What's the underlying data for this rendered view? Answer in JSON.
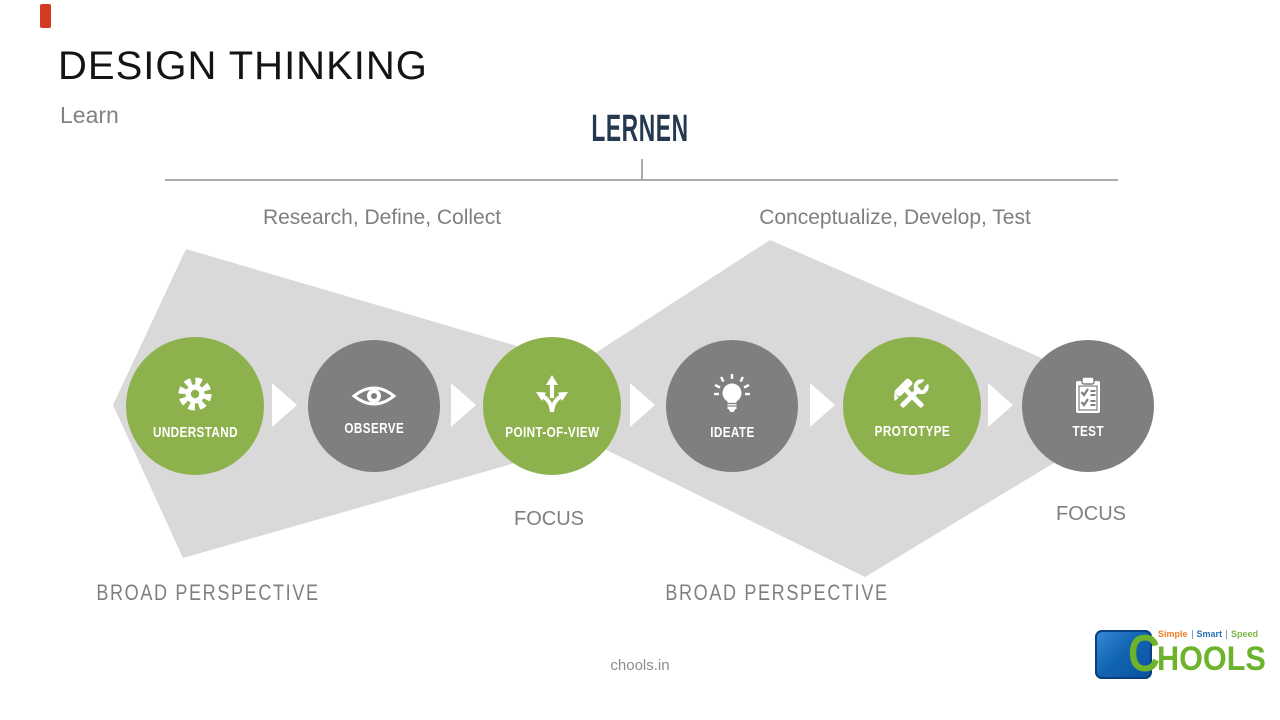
{
  "slide": {
    "title": "DESIGN THINKING",
    "subtitle": "Learn",
    "heading": "LERNEN",
    "phase_left": "Research, Define, Collect",
    "phase_right": "Conceptualize, Develop, Test",
    "footer": "chools.in",
    "colors": {
      "accent_red": "#d13c23",
      "green_circle": "#8db14c",
      "gray_circle": "#7f7f7f",
      "background_shape": "#d9d9d9",
      "heading_navy": "#25394e",
      "label_gray": "#7f7f7f"
    }
  },
  "steps": [
    {
      "label": "UNDERSTAND",
      "icon": "gear-icon",
      "color": "#8db14c"
    },
    {
      "label": "OBSERVE",
      "icon": "eye-icon",
      "color": "#7f7f7f"
    },
    {
      "label": "POINT-OF-VIEW",
      "icon": "branching-arrows-icon",
      "color": "#8db14c"
    },
    {
      "label": "IDEATE",
      "icon": "lightbulb-icon",
      "color": "#7f7f7f"
    },
    {
      "label": "PROTOTYPE",
      "icon": "tools-icon",
      "color": "#8db14c"
    },
    {
      "label": "TEST",
      "icon": "clipboard-icon",
      "color": "#7f7f7f"
    }
  ],
  "annotations": {
    "focus_left": "FOCUS",
    "focus_right": "FOCUS",
    "broad_left": "BROAD PERSPECTIVE",
    "broad_center": "BROAD PERSPECTIVE"
  },
  "logo": {
    "letter": "C",
    "name_rest": "HOOLS",
    "tagline_1": "Simple",
    "tagline_2": "Smart",
    "tagline_3": "Speed",
    "tagline_colors": {
      "simple": "#f08028",
      "smart": "#2a6fb5",
      "speed": "#7ab648"
    }
  }
}
